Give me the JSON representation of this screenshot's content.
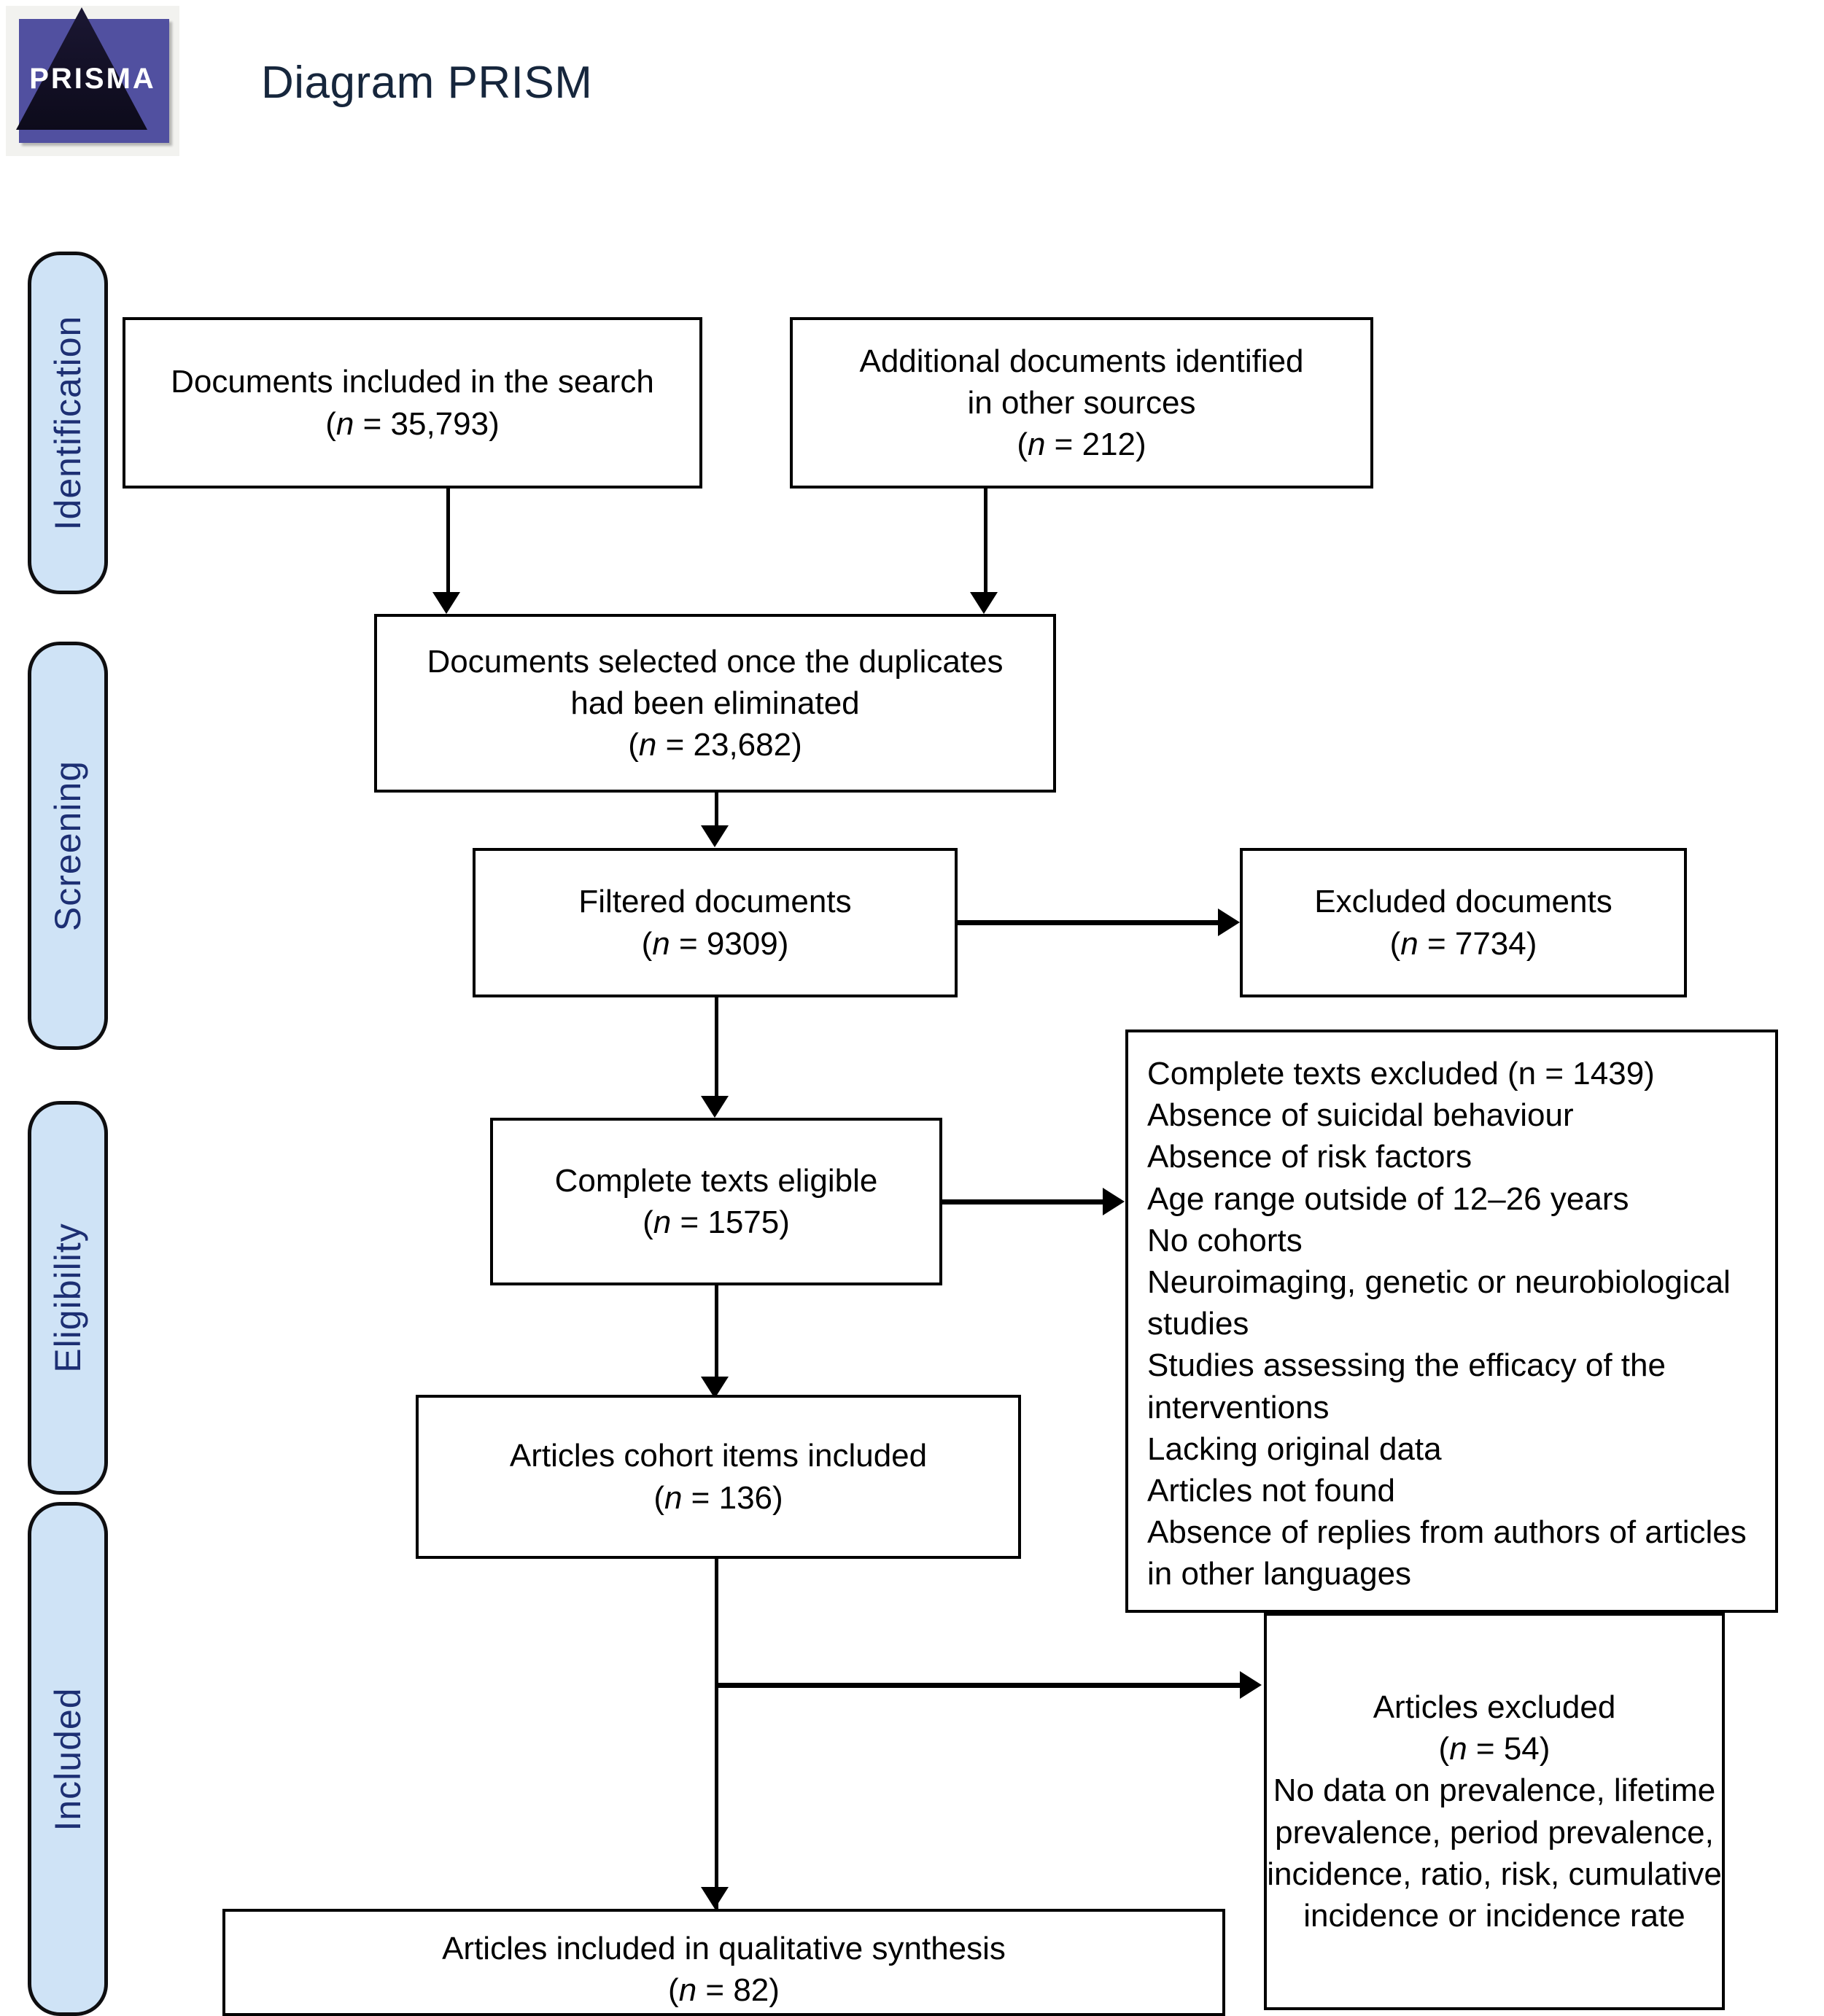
{
  "header": {
    "title": "Diagram PRISM",
    "logo_wordmark": "PRISMA",
    "logo_alt": "prisma-pyramid-logo"
  },
  "stages": [
    {
      "label": "Identification"
    },
    {
      "label": "Screening"
    },
    {
      "label": "Eligibility"
    },
    {
      "label": "Included"
    }
  ],
  "flow": {
    "identified_search": {
      "line1": "Documents included in the search",
      "line2_pre": "(",
      "line2_n": "n",
      "line2_post": " = 35,793)"
    },
    "identified_other": {
      "line1": "Additional documents identified",
      "line2": "in other sources",
      "line3_pre": "(",
      "line3_n": "n",
      "line3_post": " = 212)"
    },
    "deduplicated": {
      "line1": "Documents selected once the duplicates",
      "line2": "had been eliminated",
      "line3_pre": "(",
      "line3_n": "n",
      "line3_post": " = 23,682)"
    },
    "screened": {
      "line1": "Filtered documents",
      "line2_pre": "(",
      "line2_n": "n",
      "line2_post": " =  9309)"
    },
    "screen_excluded": {
      "line1": "Excluded documents",
      "line2_pre": "(",
      "line2_n": "n",
      "line2_post": " = 7734)"
    },
    "fulltext_eligible": {
      "line1": "Complete texts eligible",
      "line2_pre": "(",
      "line2_n": "n",
      "line2_post": " = 1575)"
    },
    "fulltext_excluded": {
      "heading": "Complete texts excluded (n = 1439)",
      "reasons": [
        "Absence of suicidal behaviour",
        "Absence of risk factors",
        "Age range outside of 12–26 years",
        "No cohorts",
        "Neuroimaging, genetic or neurobiological studies",
        "Studies assessing the efficacy of the interventions",
        "Lacking original data",
        "Articles not found",
        "Absence of replies from authors of articles in other languages"
      ]
    },
    "cohort_included": {
      "line1": "Articles cohort items included",
      "line2_pre": "(",
      "line2_n": "n",
      "line2_post": " = 136)"
    },
    "articles_excluded": {
      "line1": "Articles excluded",
      "line2_pre": "(",
      "line2_n": "n",
      "line2_post": " = 54)",
      "line3": "No data on prevalence, lifetime prevalence, period prevalence, incidence, ratio, risk, cumulative incidence or incidence rate"
    },
    "qualitative_synthesis": {
      "line1": "Articles included in qualitative synthesis",
      "line2_pre": "(",
      "line2_n": "n",
      "line2_post": " = 82)"
    }
  },
  "colors": {
    "stage_fill": "#cfe3f6",
    "stage_text": "#1d2f73",
    "stage_border": "#0e0e10",
    "title_text": "#16263c",
    "box_border": "#000000",
    "logo_plate": "#5150a0"
  },
  "chart_data": {
    "type": "diagram",
    "title": "Diagram PRISM",
    "nodes": [
      {
        "id": "identified_search",
        "stage": "Identification",
        "label": "Documents included in the search",
        "n": 35793
      },
      {
        "id": "identified_other",
        "stage": "Identification",
        "label": "Additional documents identified in other sources",
        "n": 212
      },
      {
        "id": "deduplicated",
        "stage": "Screening",
        "label": "Documents selected once the duplicates had been eliminated",
        "n": 23682
      },
      {
        "id": "screened",
        "stage": "Screening",
        "label": "Filtered documents",
        "n": 9309
      },
      {
        "id": "screen_excluded",
        "stage": "Screening",
        "label": "Excluded documents",
        "n": 7734
      },
      {
        "id": "fulltext_eligible",
        "stage": "Eligibility",
        "label": "Complete texts eligible",
        "n": 1575
      },
      {
        "id": "fulltext_excluded",
        "stage": "Eligibility",
        "label": "Complete texts excluded",
        "n": 1439
      },
      {
        "id": "cohort_included",
        "stage": "Eligibility",
        "label": "Articles cohort items included",
        "n": 136
      },
      {
        "id": "articles_excluded",
        "stage": "Included",
        "label": "Articles excluded",
        "n": 54
      },
      {
        "id": "qualitative_synthesis",
        "stage": "Included",
        "label": "Articles included in qualitative synthesis",
        "n": 82
      }
    ],
    "edges": [
      {
        "from": "identified_search",
        "to": "deduplicated"
      },
      {
        "from": "identified_other",
        "to": "deduplicated"
      },
      {
        "from": "deduplicated",
        "to": "screened"
      },
      {
        "from": "screened",
        "to": "screen_excluded"
      },
      {
        "from": "screened",
        "to": "fulltext_eligible"
      },
      {
        "from": "fulltext_eligible",
        "to": "fulltext_excluded"
      },
      {
        "from": "fulltext_eligible",
        "to": "cohort_included"
      },
      {
        "from": "cohort_included",
        "to": "articles_excluded"
      },
      {
        "from": "cohort_included",
        "to": "qualitative_synthesis"
      }
    ]
  }
}
